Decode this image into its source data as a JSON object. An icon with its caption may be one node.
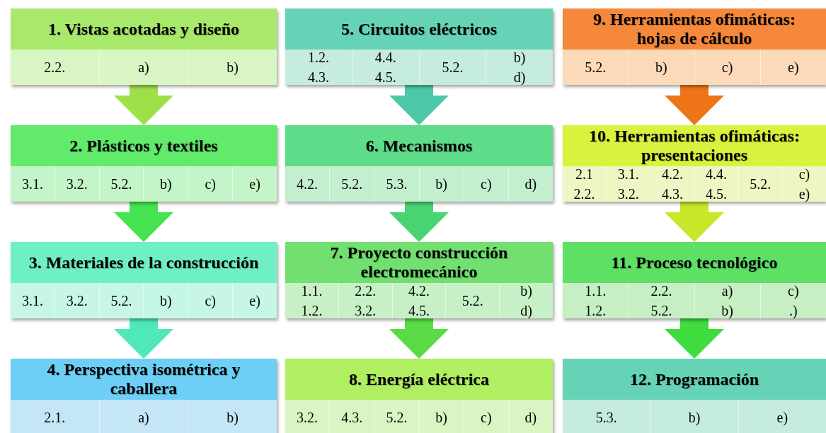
{
  "diagram": {
    "nodes": [
      {
        "text": [
          "1. Vistas acotadas y diseño",
          "2.2.",
          "a)",
          "b)"
        ]
      },
      {
        "text": [
          "2. Plásticos y textiles",
          "3.1.",
          "3.2.",
          "5.2.",
          "b)",
          "c)",
          "e)"
        ]
      },
      {
        "text": [
          "3. Materiales de la construcción",
          "3.1.",
          "3.2.",
          "5.2.",
          "b)",
          "c)",
          "e)"
        ]
      },
      {
        "text": [
          "4. Perspectiva isométrica y caballera",
          "2.1.",
          "a)",
          "b)"
        ]
      },
      {
        "text": [
          "5. Circuitos eléctricos",
          "1.2. 4.3.",
          "4.4. 4.5.",
          "5.2.",
          "b) d)"
        ]
      },
      {
        "text": [
          "6. Mecanismos",
          "4.2.",
          "5.2.",
          "5.3.",
          "b)",
          "c)",
          "d)"
        ]
      },
      {
        "text": [
          "7. Proyecto construcción electromecánico",
          "1.1. 1.2.",
          "2.2. 3.2.",
          "4.2. 4.5.",
          "5.2.",
          "b) d)"
        ]
      },
      {
        "text": [
          "8. Energía eléctrica",
          "3.2.",
          "4.3.",
          "5.2.",
          "b)",
          "c)",
          "d)"
        ]
      },
      {
        "text": [
          "9. Herramientas ofimáticas: hojas de cálculo",
          "5.2.",
          "b)",
          "c)",
          "e)"
        ]
      },
      {
        "text": [
          "10. Herramientas ofimáticas: presentaciones",
          "2.1 2.2.",
          "3.1. 3.2.",
          "4.2. 4.3.",
          "4.4. 4.5.",
          "5.2.",
          "c) e)"
        ]
      },
      {
        "text": [
          "11. Proceso tecnológico",
          "1.1. 1.2.",
          "2.2. 5.2.",
          "a) b)",
          "c) .)"
        ]
      },
      {
        "text": [
          "12. Programación",
          "5.3.",
          "b)",
          "e)"
        ]
      }
    ],
    "edges": [
      {
        "from": 0,
        "to": 1,
        "arrow": "to",
        "color": "#9ee04a"
      },
      {
        "from": 1,
        "to": 2,
        "arrow": "to",
        "color": "#45e34f"
      },
      {
        "from": 2,
        "to": 3,
        "arrow": "to",
        "color": "#4fe8b8"
      },
      {
        "from": 4,
        "to": 5,
        "arrow": "to",
        "color": "#4cc7a8"
      },
      {
        "from": 5,
        "to": 6,
        "arrow": "to",
        "color": "#48d473"
      },
      {
        "from": 6,
        "to": 7,
        "arrow": "to",
        "color": "#5adb45"
      },
      {
        "from": 8,
        "to": 9,
        "arrow": "to",
        "color": "#ee7418"
      },
      {
        "from": 9,
        "to": 10,
        "arrow": "to",
        "color": "#c6e828"
      },
      {
        "from": 10,
        "to": 11,
        "arrow": "to",
        "color": "#3fdc3f"
      }
    ]
  }
}
